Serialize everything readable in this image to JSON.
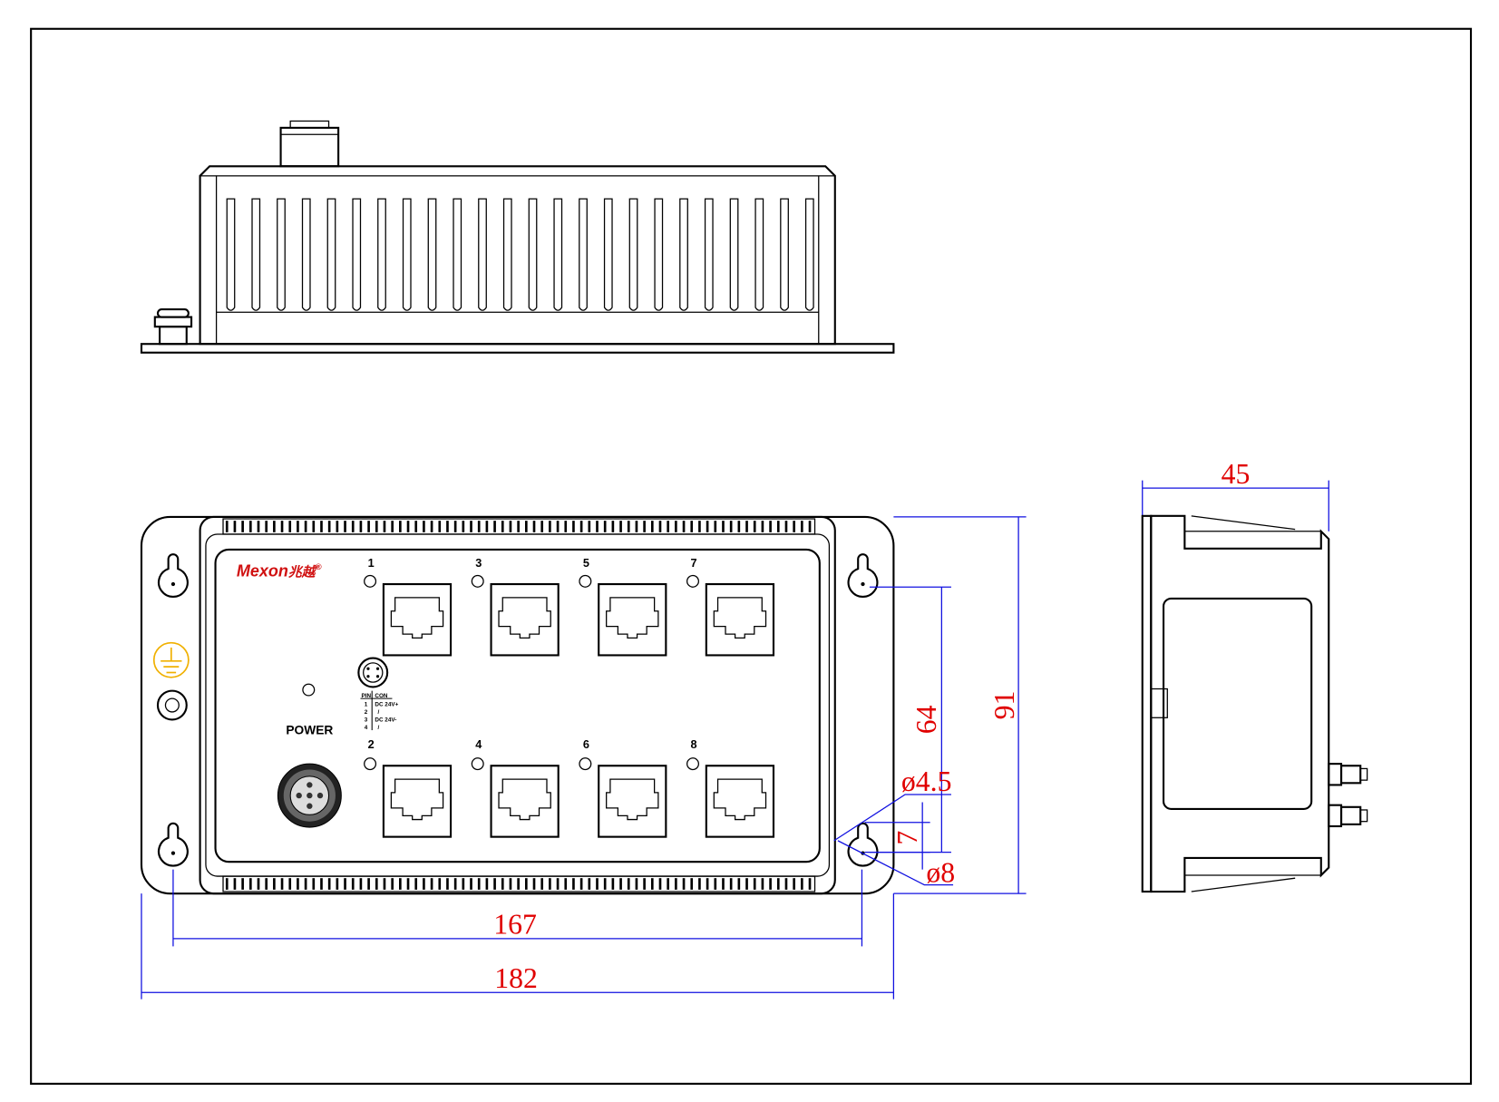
{
  "logo": {
    "brand": "Mexon",
    "cn": "兆越",
    "reg": "®"
  },
  "power_label": "POWER",
  "ports": {
    "top": [
      "1",
      "3",
      "5",
      "7"
    ],
    "bottom": [
      "2",
      "4",
      "6",
      "8"
    ]
  },
  "pin_table": {
    "headers": [
      "PIN",
      "CON"
    ],
    "rows": [
      [
        "1",
        "DC 24V+"
      ],
      [
        "2",
        "/"
      ],
      [
        "3",
        "DC 24V-"
      ],
      [
        "4",
        "/"
      ]
    ]
  },
  "dimensions": {
    "width_holes": "167",
    "width_total": "182",
    "height_holes": "64",
    "height_total": "91",
    "depth": "45",
    "hole_slot": "ø4.5",
    "hole_round": "ø8",
    "slot_length": "7"
  },
  "colors": {
    "dimension_line": "#1010e0",
    "dimension_text": "#e00000",
    "ground_symbol": "#f0b000",
    "logo": "#d01010"
  }
}
